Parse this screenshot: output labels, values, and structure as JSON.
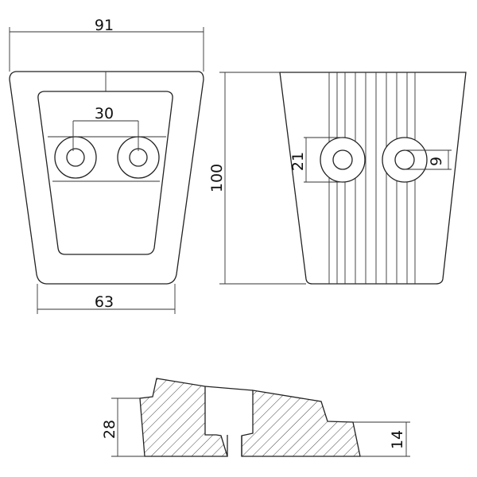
{
  "dimensions": {
    "top_width": "91",
    "bottom_width": "63",
    "hole_spacing": "30",
    "height": "100",
    "boss_diameter": "21",
    "hole_diameter": "9",
    "section_height": "28",
    "section_end_height": "14"
  },
  "colors": {
    "line": "#222222",
    "background": "#ffffff"
  }
}
